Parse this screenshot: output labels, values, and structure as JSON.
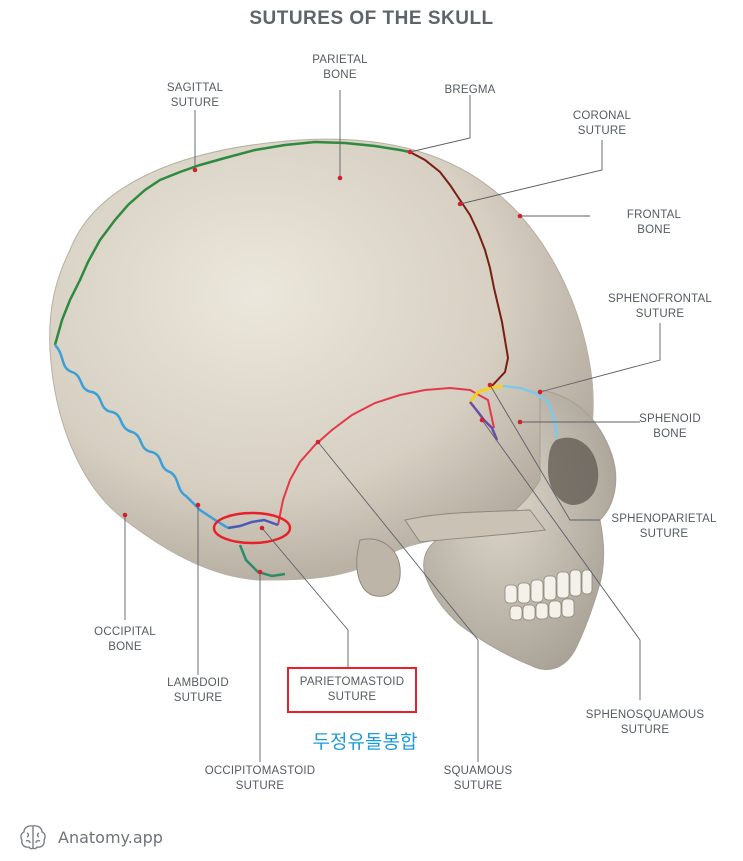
{
  "title": "SUTURES OF THE SKULL",
  "labels": {
    "parietal_bone": [
      "PARIETAL",
      "BONE"
    ],
    "sagittal_suture": [
      "SAGITTAL",
      "SUTURE"
    ],
    "bregma": [
      "BREGMA"
    ],
    "coronal_suture": [
      "CORONAL",
      "SUTURE"
    ],
    "frontal_bone": [
      "FRONTAL",
      "BONE"
    ],
    "sphenofrontal_suture": [
      "SPHENOFRONTAL",
      "SUTURE"
    ],
    "sphenoid_bone": [
      "SPHENOID",
      "BONE"
    ],
    "sphenoparietal_suture": [
      "SPHENOPARIETAL",
      "SUTURE"
    ],
    "sphenosquamous_suture": [
      "SPHENOSQUAMOUS",
      "SUTURE"
    ],
    "squamous_suture": [
      "SQUAMOUS",
      "SUTURE"
    ],
    "occipitomastoid_suture": [
      "OCCIPITOMASTOID",
      "SUTURE"
    ],
    "parietomastoid_suture": [
      "PARIETOMASTOID",
      "SUTURE"
    ],
    "lambdoid_suture": [
      "LAMBDOID",
      "SUTURE"
    ],
    "occipital_bone": [
      "OCCIPITAL",
      "BONE"
    ]
  },
  "annotation_korean": "두정유돌봉합",
  "brand": {
    "name": "Anatomy.app",
    "icon": "brain-icon"
  },
  "colors": {
    "sagittal": "#2e8b3e",
    "coronal": "#7a1e14",
    "lambdoid": "#3aa0d8",
    "squamous": "#e23a4a",
    "sphenoparietal": "#f2d21c",
    "sphenofrontal": "#7ec8ea",
    "sphenosquamous": "#6d4ba8",
    "parietomastoid": "#4a58b8",
    "occipitomastoid": "#2e8b6a",
    "highlight": "#e8202a",
    "korean_text": "#1e9bd7"
  }
}
